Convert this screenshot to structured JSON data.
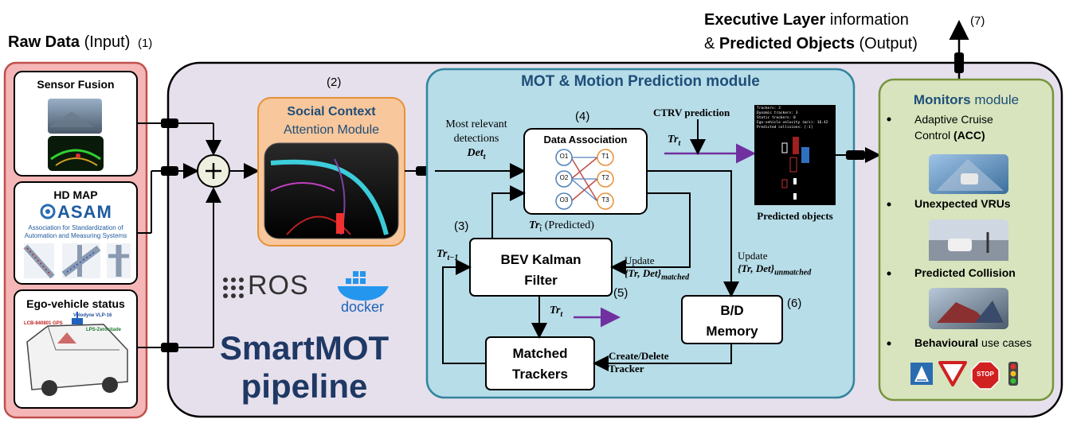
{
  "header": {
    "input_bold": "Raw Data",
    "input_rest": " (Input)",
    "input_num": "(1)",
    "output_line1_bold": "Executive Layer",
    "output_line1_rest": " information",
    "output_line2_amp": "& ",
    "output_line2_bold": "Predicted Objects",
    "output_line2_rest": " (Output)",
    "output_num": "(7)"
  },
  "inputs": {
    "sensor_fusion": "Sensor Fusion",
    "hd_map": "HD MAP",
    "asam_logo": "ASAM",
    "asam_sub1": "Association for Standardization of",
    "asam_sub2": "Automation and Measuring Systems",
    "ego_status": "Ego-vehicle status",
    "lidar_label": "Velodyne VLP-16",
    "gps_label": "LCB-840801 GPS",
    "imu_label": "LPS-Zerocitade"
  },
  "pipeline": {
    "num2": "(2)",
    "attn_title": "Social Context",
    "attn_sub": "Attention Module",
    "ros": "ROS",
    "docker": "docker",
    "name_line1": "SmartMOT",
    "name_line2": "pipeline"
  },
  "mot": {
    "title": "MOT & Motion Prediction module",
    "most_relevant_1": "Most relevant",
    "most_relevant_2": "detections",
    "det_t": "Det",
    "det_sub": "t",
    "num4": "(4)",
    "data_assoc": "Data Association",
    "nodes_left": [
      "O1",
      "O2",
      "O3"
    ],
    "nodes_right": [
      "T1",
      "T2",
      "T3"
    ],
    "tr_pred": "Tr",
    "tr_pred_sub": "t̂",
    "predicted": " (Predicted)",
    "num3": "(3)",
    "tr_t1": "Tr",
    "tr_t1_sub": "t−1",
    "kalman1": "BEV Kalman",
    "kalman2": "Filter",
    "update1": "Update",
    "update1_math": "{Tr, Det}",
    "update1_sub": "matched",
    "num5": "(5)",
    "tr_t": "Tr",
    "tr_t_sub": "t",
    "matched1": "Matched",
    "matched2": "Trackers",
    "create_delete1": "Create/Delete",
    "create_delete2": "Tracker",
    "bd1": "B/D",
    "bd2": "Memory",
    "num6": "(6)",
    "update2": "Update",
    "update2_math": "{Tr, Det}",
    "update2_sub": "unmatched",
    "ctrv": "CTRV prediction",
    "tr_ctrv": "Tr",
    "tr_ctrv_sub": "t",
    "predicted_objects": "Predicted objects",
    "screen_lines": [
      "Trackers: 3",
      "Dynamic trackers: 3",
      "Static trackers: 0",
      "Ego-vehicle velocity (m/s): 16.42",
      "Predicted collisions: [-1]"
    ]
  },
  "monitors": {
    "title_bold": "Monitors",
    "title_rest": " module",
    "acc_line1": "Adaptive Cruise",
    "acc_line2_pre": "Control ",
    "acc_line2_bold": "(ACC)",
    "vru": "Unexpected VRUs",
    "collision": "Predicted Collision",
    "behav_bold": "Behavioural",
    "behav_rest": " use cases",
    "stop_sign": "STOP"
  },
  "colors": {
    "input_border": "#c0504d",
    "input_fill": "#f4b6b6",
    "pipeline_fill": "#e6e0ec",
    "attn_fill": "#f8c79b",
    "attn_border": "#e69138",
    "mot_fill": "#b7dde8",
    "mot_border": "#31859c",
    "mot_title": "#1f4e79",
    "monitor_fill": "#d7e4bd",
    "monitor_border": "#77933c",
    "purple": "#7030a0",
    "smartmot": "#1f3864"
  }
}
